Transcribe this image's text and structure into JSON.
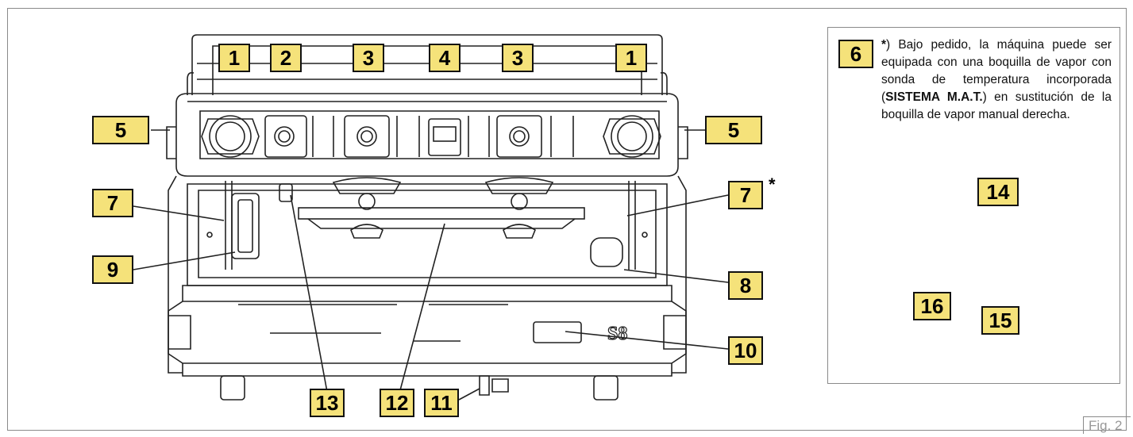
{
  "callouts": {
    "c1_left": "1",
    "c1_right": "1",
    "c2": "2",
    "c3_left": "3",
    "c3_right": "3",
    "c4": "4",
    "c5_left": "5",
    "c5_right": "5",
    "c6": "6",
    "c7_left": "7",
    "c7_right": "7",
    "c8": "8",
    "c9": "9",
    "c10": "10",
    "c11": "11",
    "c12": "12",
    "c13": "13",
    "c14": "14",
    "c15": "15",
    "c16": "16"
  },
  "asterisk": "*",
  "note": {
    "asterisk": "*",
    "part1": ") Bajo pedido, la máquina puede ser equipada con una boquilla de vapor con sonda de temperatura incorporada (",
    "bold": "SISTEMA M.A.T.",
    "part2": ") en sustitución de la boquilla de vapor manual derecha."
  },
  "logo_text": "S8",
  "fig_label": "Fig. 2"
}
